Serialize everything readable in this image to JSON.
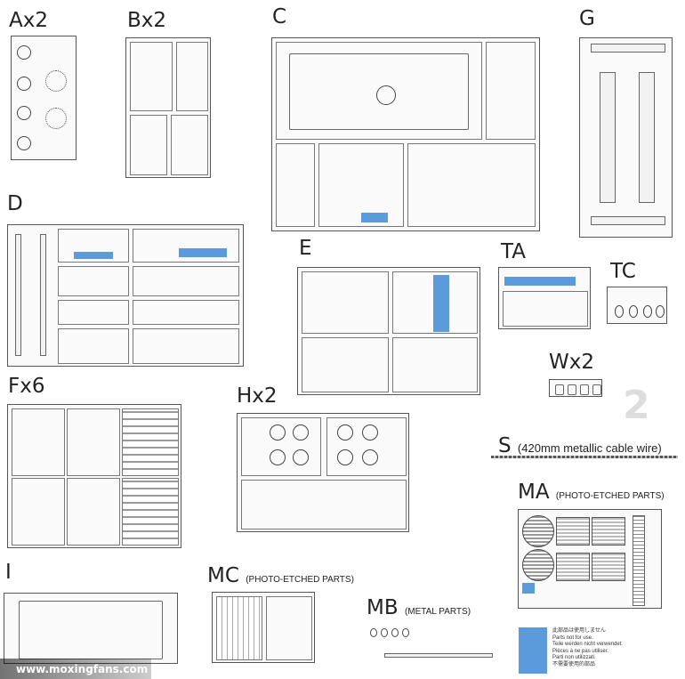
{
  "labels": {
    "a": "Ax2",
    "b": "Bx2",
    "c": "C",
    "g": "G",
    "d": "D",
    "e": "E",
    "ta": "TA",
    "tc": "TC",
    "wx2": "Wx2",
    "fx6": "Fx6",
    "hx2": "Hx2",
    "s_letter": "S",
    "s_note": "(420mm metallic cable wire)",
    "ma": "MA",
    "ma_note": "(PHOTO-ETCHED PARTS)",
    "i": "I",
    "mc": "MC",
    "mc_note": "(PHOTO-ETCHED PARTS)",
    "mb": "MB",
    "mb_note": "(METAL PARTS)"
  },
  "legend": {
    "color": "#5b9bdc",
    "lines": [
      "此部品は使用しません",
      "Parts not for use.",
      "Teile werden nicht verwendet.",
      "Pièces à ne pas utiliser.",
      "Parti non utilizzati.",
      "不需要使用的部品"
    ]
  },
  "watermark": "www.moxingfans.com",
  "page_number": "2"
}
